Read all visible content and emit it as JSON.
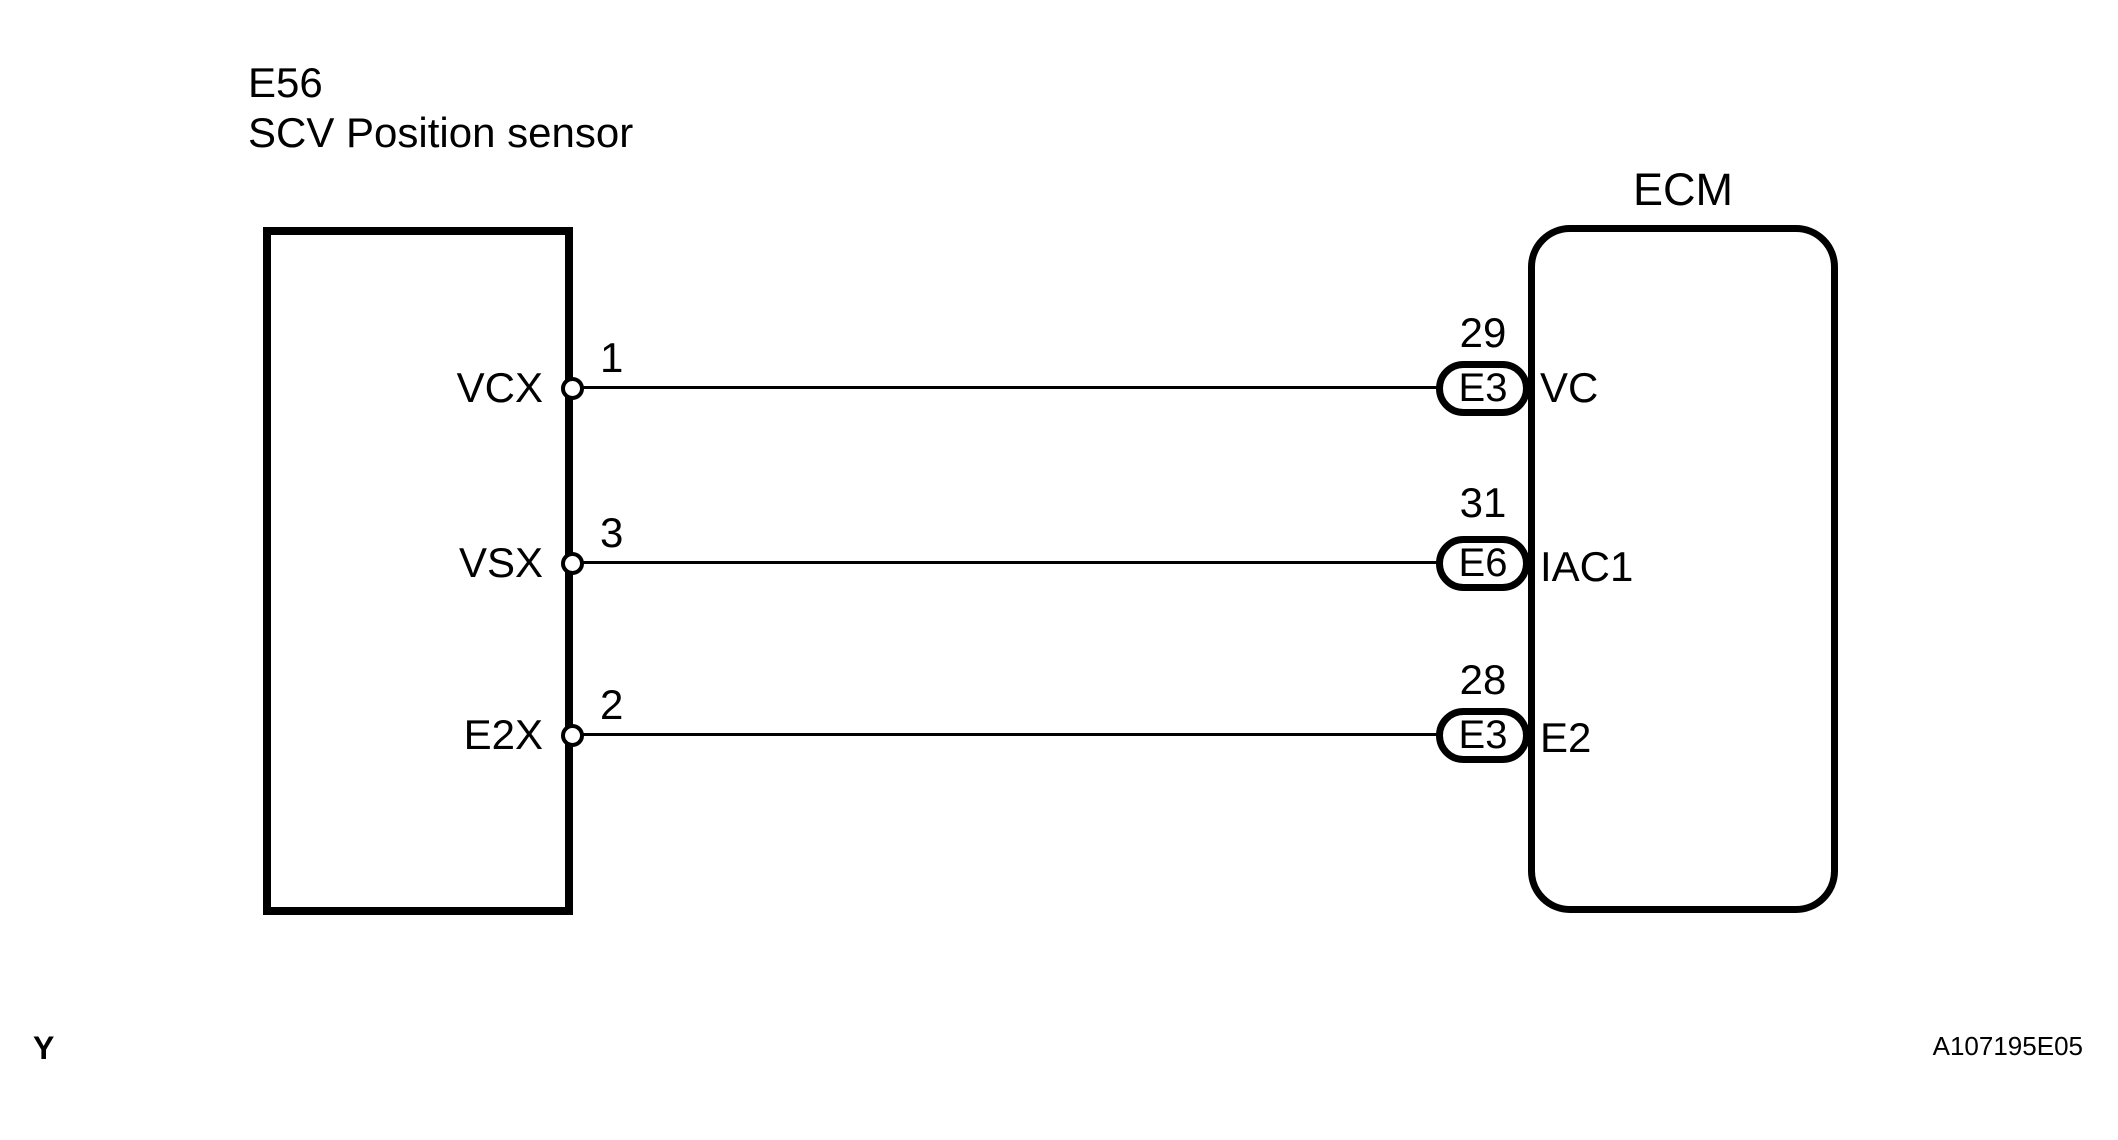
{
  "diagram": {
    "title_line1": "E56",
    "title_line2": "SCV Position sensor",
    "ecm_label": "ECM",
    "rows": [
      {
        "sensor_pin": "VCX",
        "sensor_pin_number": "1",
        "ecm_pin_number": "29",
        "ecm_connector_code": "E3",
        "ecm_terminal": "VC"
      },
      {
        "sensor_pin": "VSX",
        "sensor_pin_number": "3",
        "ecm_pin_number": "31",
        "ecm_connector_code": "E6",
        "ecm_terminal": "IAC1"
      },
      {
        "sensor_pin": "E2X",
        "sensor_pin_number": "2",
        "ecm_pin_number": "28",
        "ecm_connector_code": "E3",
        "ecm_terminal": "E2"
      }
    ],
    "footer": {
      "page_marker": "Y",
      "figure_code": "A107195E05"
    },
    "colors": {
      "line": "#000000",
      "background": "#ffffff"
    }
  }
}
